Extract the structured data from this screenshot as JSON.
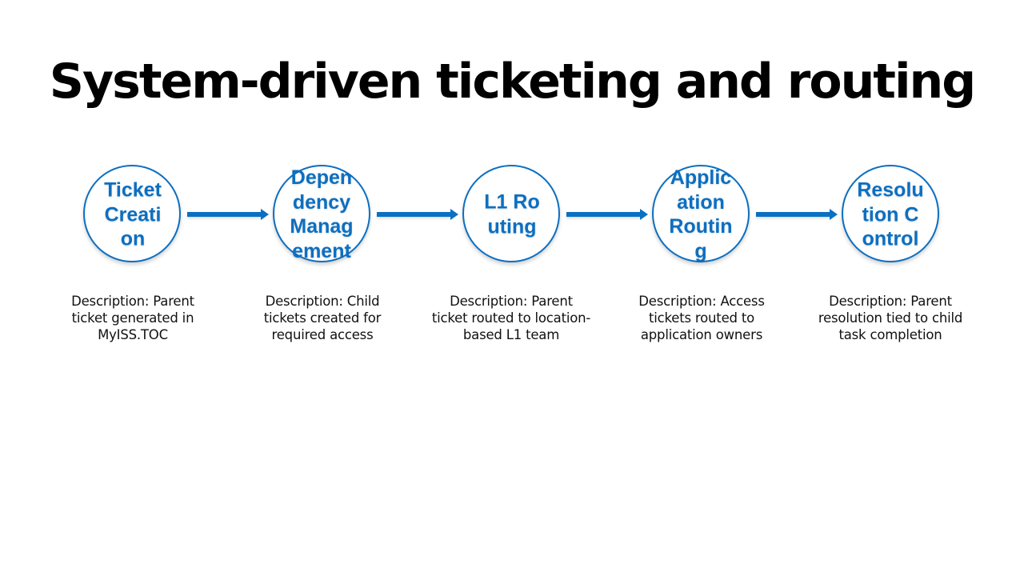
{
  "title": "System-driven ticketing and routing",
  "accent_color": "#0b6fc2",
  "steps": [
    {
      "label": "Ticket Creation",
      "description": "Description: Parent ticket generated in MyISS.TOC"
    },
    {
      "label": "Dependency Management",
      "description": "Description: Child tickets created for required access"
    },
    {
      "label": "L1 Routing",
      "description": "Description: Parent ticket routed to location-based L1 team"
    },
    {
      "label": "Application Routing",
      "description": "Description: Access tickets routed to application owners"
    },
    {
      "label": "Resolution Control",
      "description": "Description: Parent resolution tied to child task completion"
    }
  ]
}
